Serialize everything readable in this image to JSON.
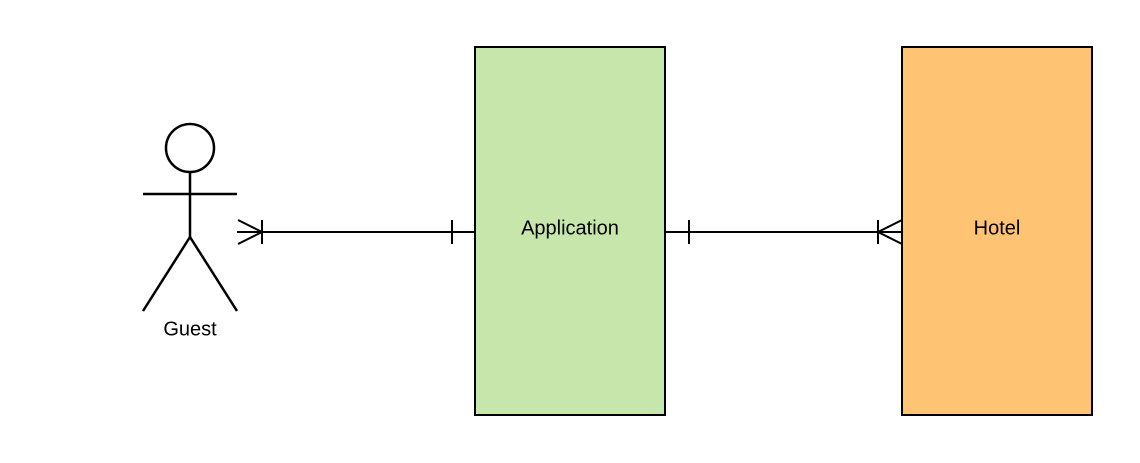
{
  "diagram": {
    "actor": {
      "label": "Guest"
    },
    "entities": [
      {
        "id": "application",
        "label": "Application",
        "fill": "#c6e6ac"
      },
      {
        "id": "hotel",
        "label": "Hotel",
        "fill": "#ffc374"
      }
    ],
    "relationships": [
      {
        "from": "Guest",
        "to": "Application",
        "from_cardinality": "one-or-many",
        "to_cardinality": "one"
      },
      {
        "from": "Application",
        "to": "Hotel",
        "from_cardinality": "one",
        "to_cardinality": "one-or-many"
      }
    ],
    "colors": {
      "stroke": "#000000",
      "background": "#ffffff"
    }
  }
}
